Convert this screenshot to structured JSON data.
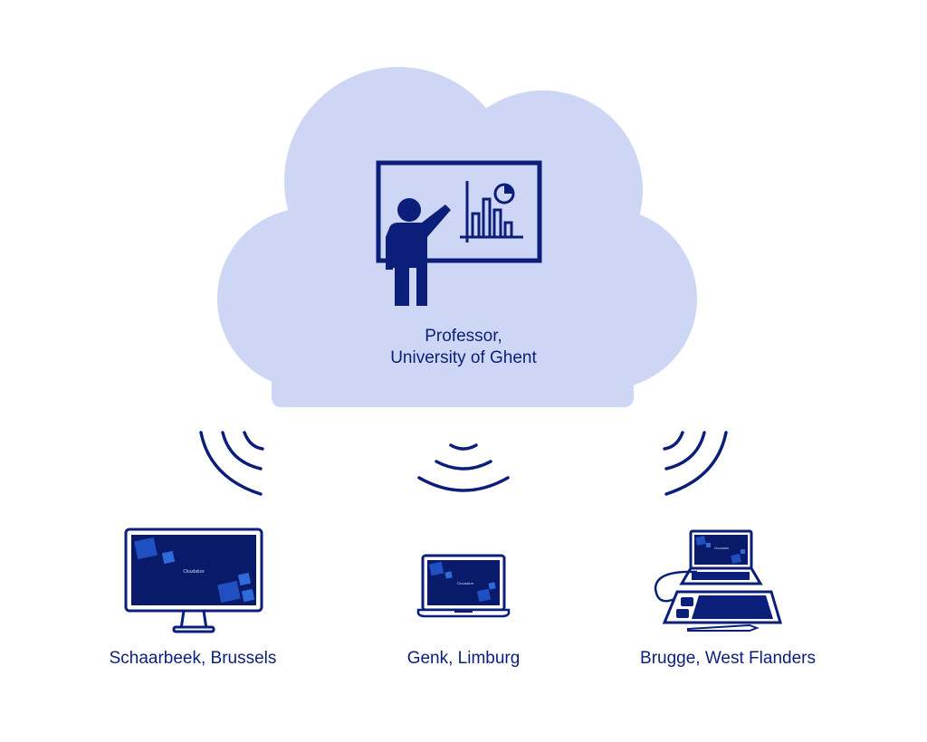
{
  "center": {
    "line1": "Professor,",
    "line2": "University of Ghent"
  },
  "locations": [
    {
      "label": "Schaarbeek, Brussels",
      "device": "desktop-monitor"
    },
    {
      "label": "Genk, Limburg",
      "device": "laptop"
    },
    {
      "label": "Brugge, West Flanders",
      "device": "laptop-with-drawing-tablet"
    }
  ],
  "screen_brand": "Cloudalize",
  "colors": {
    "cloud": "#cdd6f4",
    "ink": "#0b1f7a",
    "screen": "#0a1a6b",
    "tile_light": "#2f6bd8",
    "tile_mid": "#1f4fc0"
  }
}
